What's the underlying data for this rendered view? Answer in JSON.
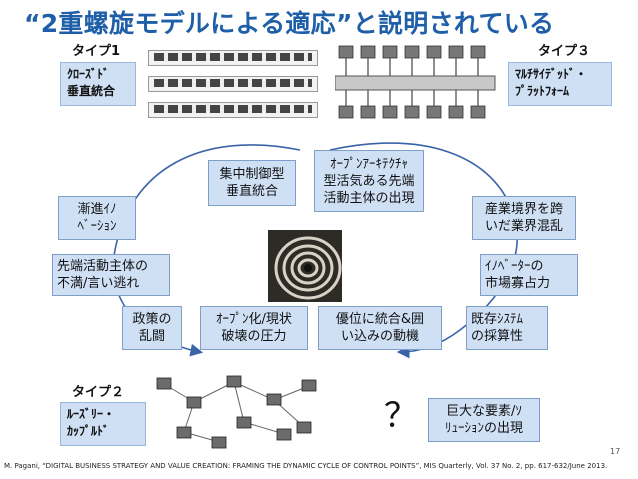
{
  "title": "“2重螺旋モデルによる適応”と説明されている",
  "type1": {
    "label": "タイプ1",
    "desc_line1": "ｸﾛｰｽﾞﾄﾞ",
    "desc_line2": "垂直統合"
  },
  "type3": {
    "label": "タイプ３",
    "desc_line1": "ﾏﾙﾁｻｲﾃﾞｯﾄﾞ・",
    "desc_line2": "ﾌﾟﾗｯﾄﾌｫｰﾑ"
  },
  "type2": {
    "label": "タイプ２",
    "desc_line1": "ﾙｰｽﾞﾘｰ・",
    "desc_line2": "ｶｯﾌﾟﾙﾄﾞ"
  },
  "boxes": {
    "centralized": [
      "集中制御型",
      "垂直統合"
    ],
    "open_arch": [
      "ｵｰﾌﾟﾝｱｰｷﾃｸﾁｬ",
      "型活気ある先端",
      "活動主体の出現"
    ],
    "industry": [
      "産業境界を跨",
      "いだ業界混乱"
    ],
    "gradual": [
      "漸進ｲﾉ",
      "ﾍﾞｰｼｮﾝ"
    ],
    "frontier": [
      "先端活動主体の",
      "不満/言い逃れ"
    ],
    "innovator": [
      "ｲﾉﾍﾞｰﾀｰの",
      "市場寡占力"
    ],
    "policy": [
      "政策の",
      "乱闘"
    ],
    "open_pressure": [
      "ｵｰﾌﾟﾝ化/現状",
      "破壊の圧力"
    ],
    "dominance": [
      "優位に統合&囲",
      "い込みの動機"
    ],
    "existing": [
      "既存ｼｽﾃﾑ",
      "の採算性"
    ],
    "giant": [
      "巨大な要素/ｿ",
      "ﾘｭｰｼｮﾝの出現"
    ]
  },
  "question_mark": "？",
  "page_number": "17",
  "citation": "M. Pagani, “DIGITAL BUSINESS STRATEGY AND VALUE CREATION: FRAMING THE DYNAMIC CYCLE OF CONTROL POINTS”, MIS Quarterly, Vol. 37 No. 2, pp. 617-632/June 2013."
}
